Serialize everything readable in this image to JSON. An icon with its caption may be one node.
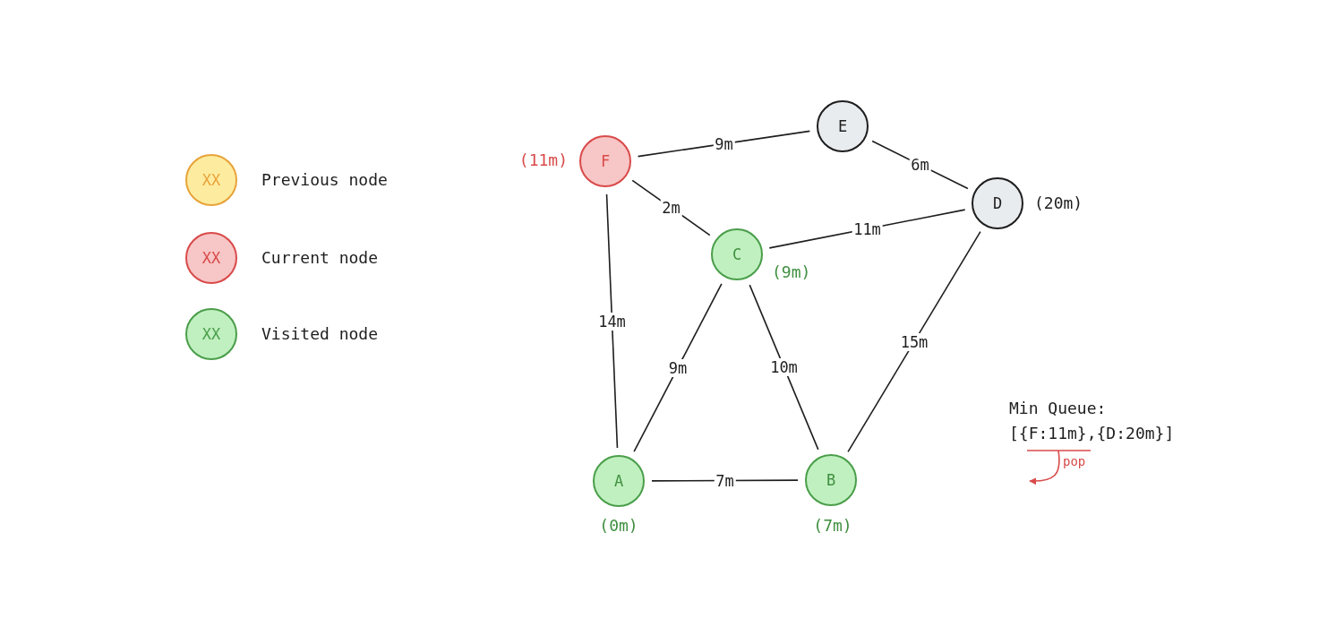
{
  "diagram": {
    "nodes": [
      {
        "text": [
          "F"
        ],
        "beside": [
          "(11m)"
        ]
      },
      {
        "text": [
          "E"
        ]
      },
      {
        "text": [
          "D"
        ],
        "beside": [
          "(20m)"
        ]
      },
      {
        "text": [
          "C"
        ],
        "beside": [
          "(9m)"
        ]
      },
      {
        "text": [
          "A"
        ],
        "beside": [
          "(0m)"
        ]
      },
      {
        "text": [
          "B"
        ],
        "beside": [
          "(7m)"
        ]
      }
    ],
    "edges": [
      {
        "from": 0,
        "to": 1,
        "arrow": "none",
        "label": "9m"
      },
      {
        "from": 1,
        "to": 2,
        "arrow": "none",
        "label": "6m"
      },
      {
        "from": 0,
        "to": 3,
        "arrow": "none",
        "label": "2m"
      },
      {
        "from": 3,
        "to": 2,
        "arrow": "none",
        "label": "11m"
      },
      {
        "from": 0,
        "to": 4,
        "arrow": "none",
        "label": "14m"
      },
      {
        "from": 3,
        "to": 4,
        "arrow": "none",
        "label": "9m"
      },
      {
        "from": 3,
        "to": 5,
        "arrow": "none",
        "label": "10m"
      },
      {
        "from": 2,
        "to": 5,
        "arrow": "none",
        "label": "15m"
      },
      {
        "from": 4,
        "to": 5,
        "arrow": "none",
        "label": "7m"
      }
    ],
    "labels": [
      "XX",
      "XX",
      "XX",
      "Min Queue:",
      "[{F:11m},{D:20m}]",
      "pop"
    ],
    "legend": [
      {
        "text": "Previous node",
        "color": "#fdeca0"
      },
      {
        "text": "Current node",
        "color": "#f7c6c6"
      },
      {
        "text": "Visited node",
        "color": "#c0f0c0"
      }
    ]
  }
}
